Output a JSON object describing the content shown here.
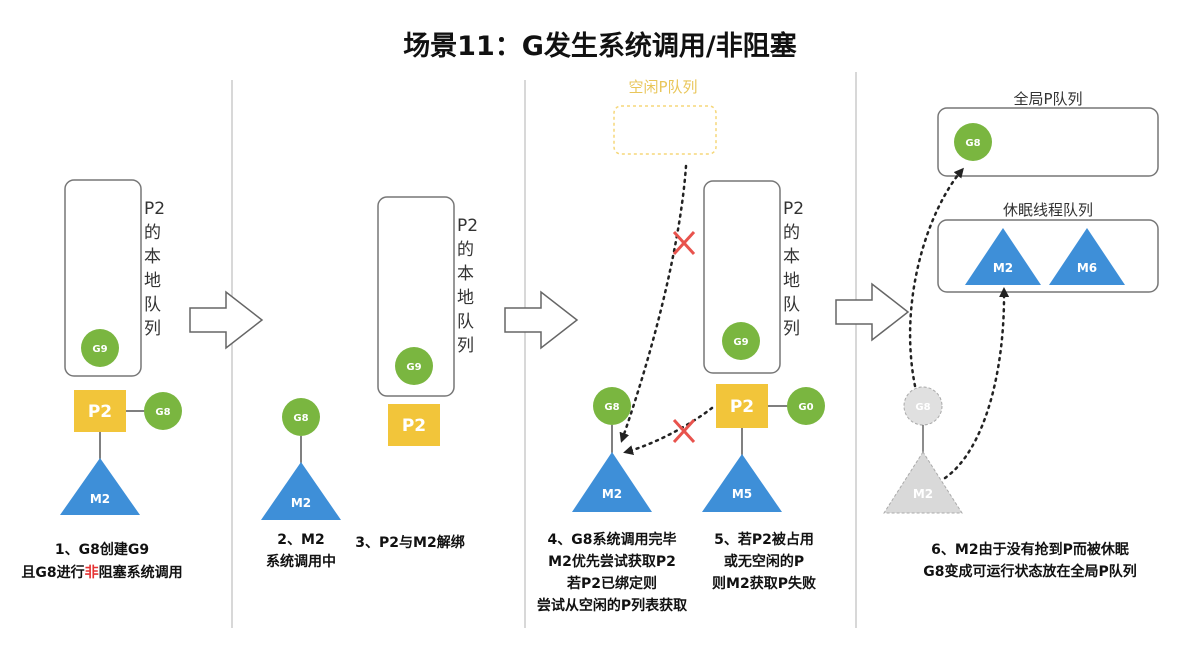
{
  "title": "场景11：G发生系统调用/非阻塞",
  "colors": {
    "goroutine": "#7ab640",
    "processor": "#f2c53a",
    "machine": "#3e8fd8",
    "inactive": "#d9d9d9",
    "cross": "#e8534d",
    "highlight": "#e53333",
    "idle_queue_border": "#f5d77a",
    "idle_queue_text": "#e9c65a"
  },
  "local_queue_label": [
    "P2",
    "的",
    "本",
    "地",
    "队",
    "列"
  ],
  "labels": {
    "g9": "G9",
    "g8": "G8",
    "g0": "G0",
    "p2": "P2",
    "m2": "M2",
    "m5": "M5",
    "m6": "M6"
  },
  "queues": {
    "idle_p": "空闲P队列",
    "global_p": "全局P队列",
    "sleep_thread": "休眠线程队列"
  },
  "captions": {
    "step1_line1": "1、G8创建G9",
    "step1_line2_a": "且G8进行",
    "step1_line2_b": "非",
    "step1_line2_c": "阻塞系统调用",
    "step2_line1": "2、M2",
    "step2_line2": "系统调用中",
    "step3": "3、P2与M2解绑",
    "step4_line1": "4、G8系统调用完毕",
    "step4_line2": "M2优先尝试获取P2",
    "step4_line3": "若P2已绑定则",
    "step4_line4": "尝试从空闲的P列表获取",
    "step5_line1": "5、若P2被占用",
    "step5_line2": "或无空闲的P",
    "step5_line3": "则M2获取P失败",
    "step6_line1": "6、M2由于没有抢到P而被休眠",
    "step6_line2": "G8变成可运行状态放在全局P队列"
  }
}
